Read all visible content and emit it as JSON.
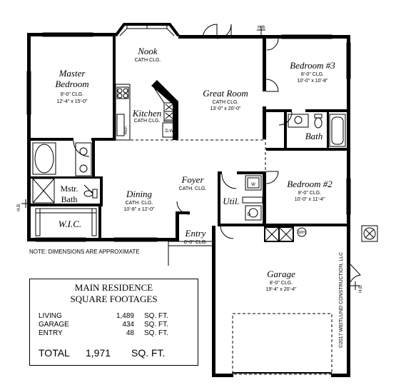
{
  "rooms": {
    "master": {
      "name1": "Master",
      "name2": "Bedroom",
      "clg": "8'-0\" CLG.",
      "dims": "12'-4\" x 15'-0\""
    },
    "nook": {
      "name": "Nook",
      "clg": "CATH CLG."
    },
    "great": {
      "name": "Great Room",
      "clg": "CATH CLG.",
      "dims": "13'-0\" x 20'-0\""
    },
    "bed3": {
      "name": "Bedroom #3",
      "clg": "8'-0\" CLG.",
      "dims": "10'-0\" x 10'-8\""
    },
    "kitchen": {
      "name": "Kitchen",
      "clg": "CATH CLG."
    },
    "bath": {
      "name": "Bath"
    },
    "mstr_bath": {
      "name1": "Mstr.",
      "name2": "Bath"
    },
    "wic": {
      "name": "W.I.C."
    },
    "dining": {
      "name": "Dining",
      "clg": "CATH. CLG.",
      "dims": "10'-8\" x 12'-0\""
    },
    "foyer": {
      "name": "Foyer",
      "clg": "CATH. CLG."
    },
    "util": {
      "name": "Util."
    },
    "bed2": {
      "name": "Bedroom #2",
      "clg": "8'-0\" CLG.",
      "dims": "10'-0\" x 11'-4\""
    },
    "entry": {
      "name": "Entry",
      "clg": "8'-0\" CLG."
    },
    "garage": {
      "name": "Garage",
      "clg": "8'-0\" CLG.",
      "dims": "19'-4\" x 20'-4\""
    }
  },
  "labels": {
    "hb": "H.B.",
    "ref": "REF.",
    "dw": "D.W.",
    "wh": "W/H",
    "dryer": "D",
    "washer": "W",
    "note": "NOTE: DIMENSIONS ARE APPROXIMATE",
    "copyright": "©2017 WEITLUND CONSTRUCTION, LLC"
  },
  "sqft": {
    "title1": "MAIN RESIDENCE",
    "title2": "SQUARE FOOTAGES",
    "rows": [
      {
        "label": "LIVING",
        "value": "1,489",
        "unit": "SQ. FT."
      },
      {
        "label": "GARAGE",
        "value": "434",
        "unit": "SQ. FT."
      },
      {
        "label": "ENTRY",
        "value": "48",
        "unit": "SQ. FT."
      }
    ],
    "total_label": "TOTAL",
    "total_value": "1,971",
    "total_unit": "SQ. FT."
  }
}
